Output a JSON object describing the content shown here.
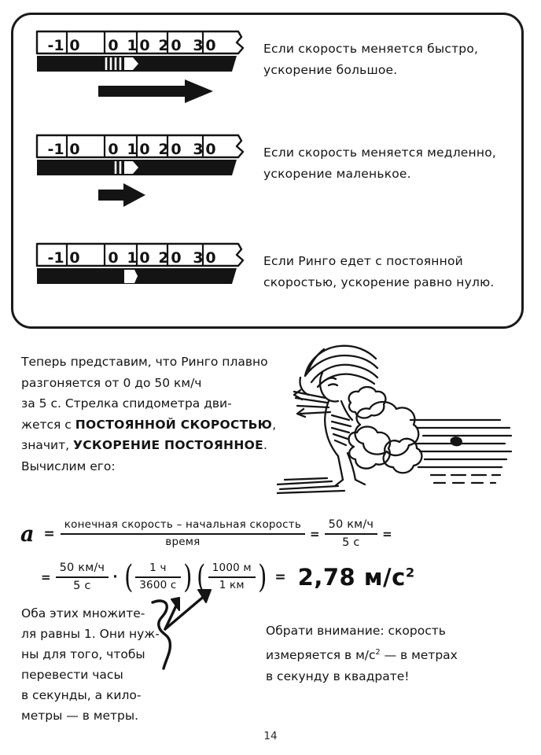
{
  "page": {
    "number": "14"
  },
  "callout": {
    "rows": [
      {
        "gauge": {
          "name": "speedometer-fast",
          "labels": [
            "-10",
            "0",
            "10",
            "20",
            "30"
          ],
          "needle_position_pct": 44,
          "motion_ticks": 4,
          "arrow": "long-right-arrow"
        },
        "caption_lines": [
          "Если скорость меняется быстро,",
          "ускорение большое."
        ]
      },
      {
        "gauge": {
          "name": "speedometer-slow",
          "labels": [
            "-10",
            "0",
            "10",
            "20",
            "30"
          ],
          "needle_position_pct": 44,
          "motion_ticks": 2,
          "arrow": "short-right-arrow"
        },
        "caption_lines": [
          "Если скорость меняется медленно,",
          "ускорение маленькое."
        ]
      },
      {
        "gauge": {
          "name": "speedometer-constant",
          "labels": [
            "-10",
            "0",
            "10",
            "20",
            "30"
          ],
          "needle_position_pct": 44,
          "motion_ticks": 0,
          "arrow": "none"
        },
        "caption_lines": [
          "Если Ринго едет с постоянной",
          "скоростью, ускорение равно нулю."
        ]
      }
    ]
  },
  "intro": {
    "lines": [
      "Теперь представим, что Ринго плавно",
      "разгоняется от 0 до 50 км/ч",
      "за 5 с. Стрелка спидометра дви-"
    ],
    "line4_prefix": "жется с ",
    "line4_strong": "ПОСТОЯННОЙ СКОРОСТЬЮ",
    "line4_suffix": ",",
    "line5_prefix": "значит, ",
    "line5_strong": "УСКОРЕНИЕ ПОСТОЯННОЕ",
    "line5_suffix": ".",
    "line6": "Вычислим его:"
  },
  "illustration": {
    "name": "ringo-running-with-dust-clouds"
  },
  "formula1": {
    "variable": "a",
    "equals": "=",
    "fraction1_num": "конечная скорость – начальная скорость",
    "fraction1_den": "время",
    "equals2": "=",
    "fraction2_num": "50 км/ч",
    "fraction2_den": "5 с",
    "equals3": "="
  },
  "formula2": {
    "equals": "=",
    "fraction1_num": "50 км/ч",
    "fraction1_den": "5 с",
    "operator": "·",
    "paren_open_1": "(",
    "fraction2_num": "1 ч",
    "fraction2_den": "3600 с",
    "paren_close_1": ")",
    "paren_open_2": "(",
    "fraction3_num": "1000 м",
    "fraction3_den": "1 км",
    "paren_close_2": ")",
    "equals2": "=",
    "result_value": "2,78 м/с",
    "result_exponent": "2"
  },
  "note_left": {
    "lines": [
      "Оба этих множите-",
      "ля равны 1. Они нуж-",
      "ны для того, чтобы",
      "перевести часы",
      "в секунды, а кило-",
      "метры — в метры."
    ]
  },
  "note_right": {
    "line1": "Обрати внимание: скорость",
    "line2_prefix": "измеряется в м/с",
    "line2_exponent": "2",
    "line2_suffix": " — в метрах",
    "line3": "в секунду в квадрате!"
  },
  "annotation_arrow": {
    "name": "curly-brace-with-two-arrows"
  },
  "colors": {
    "ink": "#141414",
    "paper": "#ffffff"
  }
}
